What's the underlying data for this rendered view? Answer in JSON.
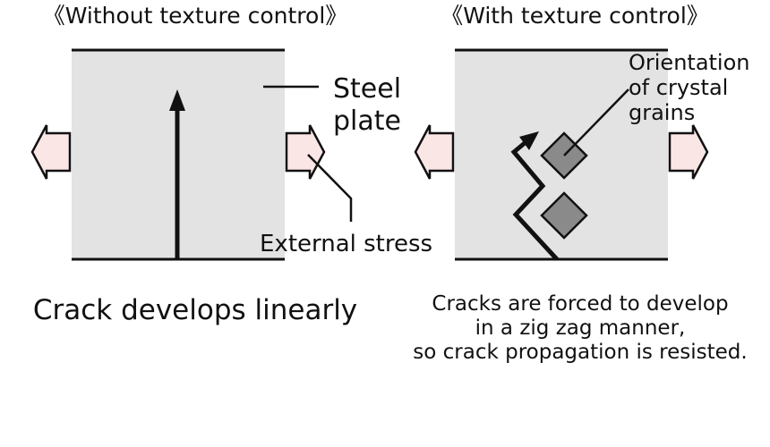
{
  "left_panel": {
    "heading": "《Without texture control》",
    "caption": "Crack develops linearly"
  },
  "right_panel": {
    "heading": "《With texture control》",
    "caption_lines": [
      "Cracks are forced to develop",
      "in a zig zag manner,",
      "so crack propagation is resisted."
    ]
  },
  "labels": {
    "steel_plate": [
      "Steel",
      "plate"
    ],
    "external_stress": "External stress",
    "grain_orientation": [
      "Orientation",
      "of crystal",
      "grains"
    ]
  },
  "colors": {
    "plate_fill": "#e3e3e3",
    "arrow_fill": "#fbe6e6",
    "grain_fill": "#8a8a8a",
    "ink": "#111111"
  }
}
